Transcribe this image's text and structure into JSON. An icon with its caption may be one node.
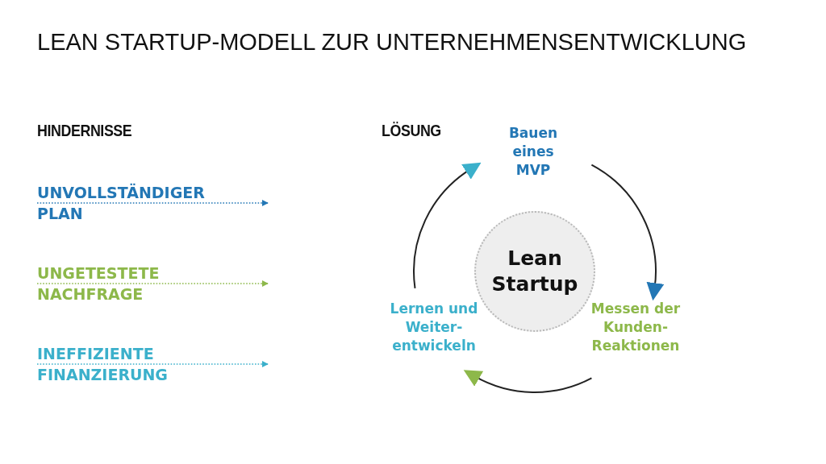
{
  "diagram": {
    "title": "LEAN STARTUP-MODELL ZUR UNTERNEHMENSENTWICKLUNG",
    "nodes": [
      {
        "text": [
          "UNVOLLSTÄNDIGER PLAN"
        ]
      },
      {
        "text": [
          "UNGETESTETE NACHFRAGE"
        ]
      },
      {
        "text": [
          "INEFFIZIENTE FINANZIERUNG"
        ]
      },
      {
        "text": [
          "Lean Startup"
        ]
      },
      {
        "text": [
          "Bauen eines MVP"
        ]
      },
      {
        "text": [
          "Messen der Kunden- Reaktionen"
        ]
      },
      {
        "text": [
          "Lernen und Weiter- entwickeln"
        ]
      }
    ],
    "edges": [
      {
        "from": 0,
        "to": null,
        "arrow": "to",
        "style": "dashed",
        "color": "#2377b5"
      },
      {
        "from": 1,
        "to": null,
        "arrow": "to",
        "style": "dashed",
        "color": "#8db84a"
      },
      {
        "from": 2,
        "to": null,
        "arrow": "to",
        "style": "dashed",
        "color": "#3bb0cb"
      },
      {
        "from": 4,
        "to": 5,
        "arrow": "to"
      },
      {
        "from": 5,
        "to": 6,
        "arrow": "to"
      },
      {
        "from": 6,
        "to": 4,
        "arrow": "to"
      }
    ],
    "labels": [
      "HINDERNISSE",
      "LÖSUNG"
    ]
  }
}
